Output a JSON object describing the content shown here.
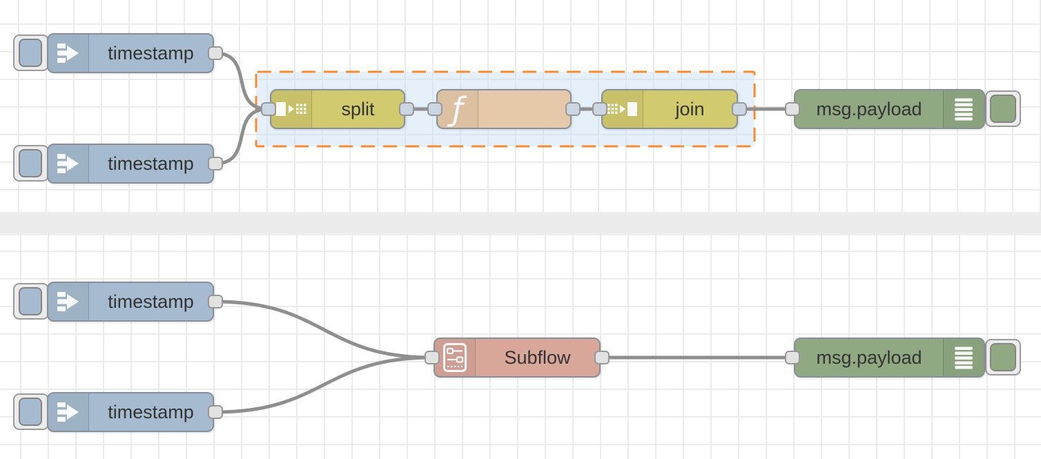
{
  "app": "node-red-flow-editor",
  "colors": {
    "inject_node": "#a6bbcf",
    "split_join_node": "#d2ca6e",
    "function_node": "#e6c9aa",
    "debug_node": "#91a983",
    "subflow_node": "#d9a69a",
    "node_border": "#888f98",
    "wire": "#8f8f8f",
    "grid_line": "#ebebeb",
    "divider": "#ececec",
    "group_fill": "rgba(205,225,248,0.5)",
    "group_border": "#f78b2d",
    "label_text": "#333333",
    "port_fill": "#e2e2e2"
  },
  "icons": {
    "inject": "inject-arrow-icon",
    "split": "split-icon",
    "join": "join-icon",
    "function": "function-f-icon",
    "function_glyph": "ƒ",
    "debug": "debug-lines-icon",
    "subflow": "subflow-icon"
  },
  "flow_top": {
    "inject1": {
      "type": "inject",
      "label": "timestamp"
    },
    "inject2": {
      "type": "inject",
      "label": "timestamp"
    },
    "split": {
      "type": "split",
      "label": "split"
    },
    "function": {
      "type": "function",
      "label": ""
    },
    "join": {
      "type": "join",
      "label": "join"
    },
    "debug": {
      "type": "debug",
      "label": "msg.payload"
    },
    "selection_group": {
      "selected": "true"
    }
  },
  "flow_bottom": {
    "inject1": {
      "type": "inject",
      "label": "timestamp"
    },
    "inject2": {
      "type": "inject",
      "label": "timestamp"
    },
    "subflow": {
      "type": "subflow",
      "label": "Subflow"
    },
    "debug": {
      "type": "debug",
      "label": "msg.payload"
    }
  }
}
